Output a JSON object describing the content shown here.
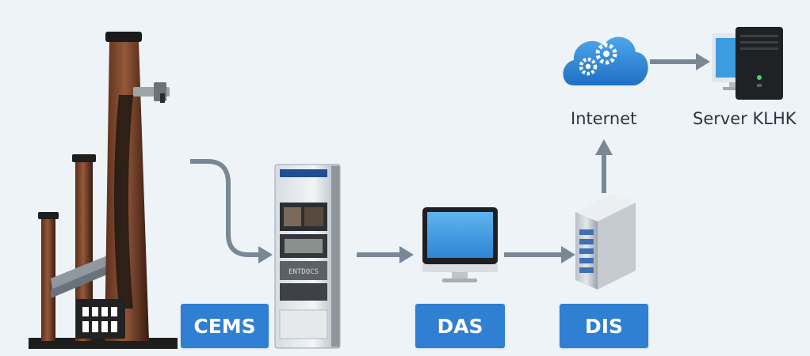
{
  "labels": {
    "cems": "CEMS",
    "das": "DAS",
    "dis": "DIS",
    "internet": "Internet",
    "server": "Server KLHK"
  },
  "analyzer_panel_text": "ENTDOCS",
  "icons": [
    "factory-chimney-icon",
    "cems-cabinet-icon",
    "monitor-icon",
    "rack-server-icon",
    "cloud-gears-icon",
    "server-tower-icon"
  ],
  "colors": {
    "background": "#eef3f8",
    "label_bg": "#2f7fd2",
    "label_text": "#ffffff",
    "arrow": "#7a8896",
    "chimney": "#7a4428",
    "cloud": "#2f7fd2",
    "screen": "#3d9be0"
  }
}
